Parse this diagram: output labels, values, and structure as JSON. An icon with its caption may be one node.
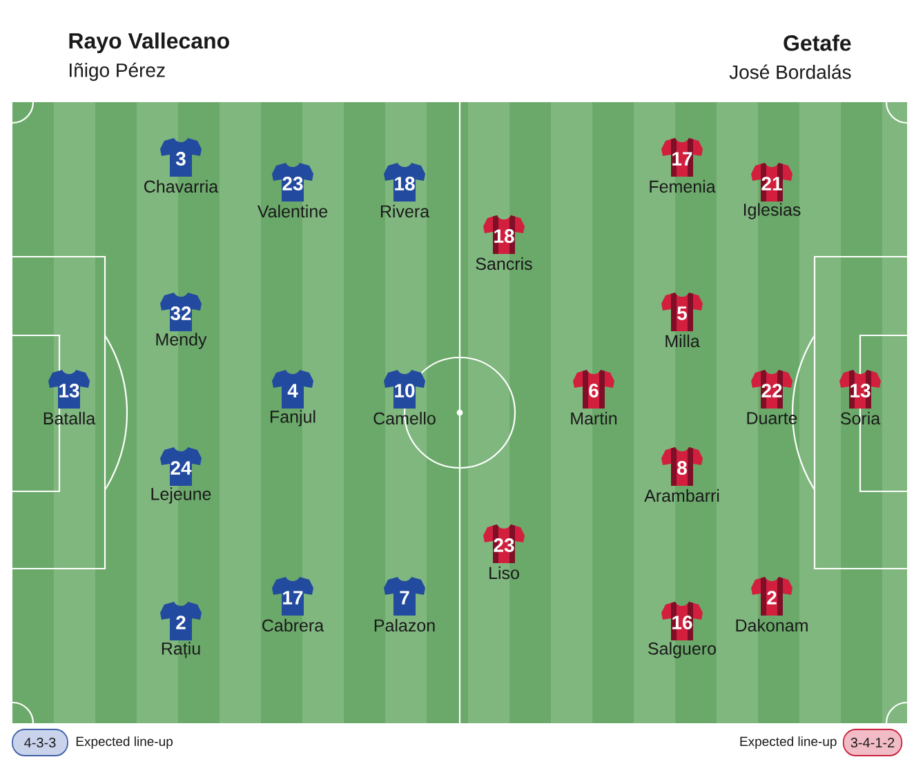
{
  "diagram": {
    "nodes": [
      {
        "text": [
          "13"
        ],
        "beside": [
          "Batalla"
        ]
      },
      {
        "text": [
          "3"
        ],
        "beside": [
          "Chavarria"
        ]
      },
      {
        "text": [
          "32"
        ],
        "beside": [
          "Mendy"
        ]
      },
      {
        "text": [
          "24"
        ],
        "beside": [
          "Lejeune"
        ]
      },
      {
        "text": [
          "2"
        ],
        "beside": [
          "Rațiu"
        ]
      },
      {
        "text": [
          "23"
        ],
        "beside": [
          "Valentine"
        ]
      },
      {
        "text": [
          "4"
        ],
        "beside": [
          "Fanjul"
        ]
      },
      {
        "text": [
          "17"
        ],
        "beside": [
          "Cabrera"
        ]
      },
      {
        "text": [
          "18"
        ],
        "beside": [
          "Rivera"
        ]
      },
      {
        "text": [
          "10"
        ],
        "beside": [
          "Camello"
        ]
      },
      {
        "text": [
          "7"
        ],
        "beside": [
          "Palazon"
        ]
      },
      {
        "text": [
          "13"
        ],
        "beside": [
          "Soria"
        ]
      },
      {
        "text": [
          "21"
        ],
        "beside": [
          "Iglesias"
        ]
      },
      {
        "text": [
          "22"
        ],
        "beside": [
          "Duarte"
        ]
      },
      {
        "text": [
          "2"
        ],
        "beside": [
          "Dakonam"
        ]
      },
      {
        "text": [
          "17"
        ],
        "beside": [
          "Femenia"
        ]
      },
      {
        "text": [
          "5"
        ],
        "beside": [
          "Milla"
        ]
      },
      {
        "text": [
          "8"
        ],
        "beside": [
          "Arambarri"
        ]
      },
      {
        "text": [
          "16"
        ],
        "beside": [
          "Salguero"
        ]
      },
      {
        "text": [
          "6"
        ],
        "beside": [
          "Martin"
        ]
      },
      {
        "text": [
          "18"
        ],
        "beside": [
          "Sancris"
        ]
      },
      {
        "text": [
          "23"
        ],
        "beside": [
          "Liso"
        ]
      },
      {
        "text": [
          "4-3-3"
        ],
        "beside": [
          "Expected line-up"
        ]
      },
      {
        "text": [
          "3-4-1-2"
        ],
        "beside": [
          "Expected line-up"
        ]
      }
    ],
    "labels": [
      "Rayo Vallecano",
      "Iñigo Pérez",
      "Getafe",
      "José Bordalás"
    ]
  }
}
